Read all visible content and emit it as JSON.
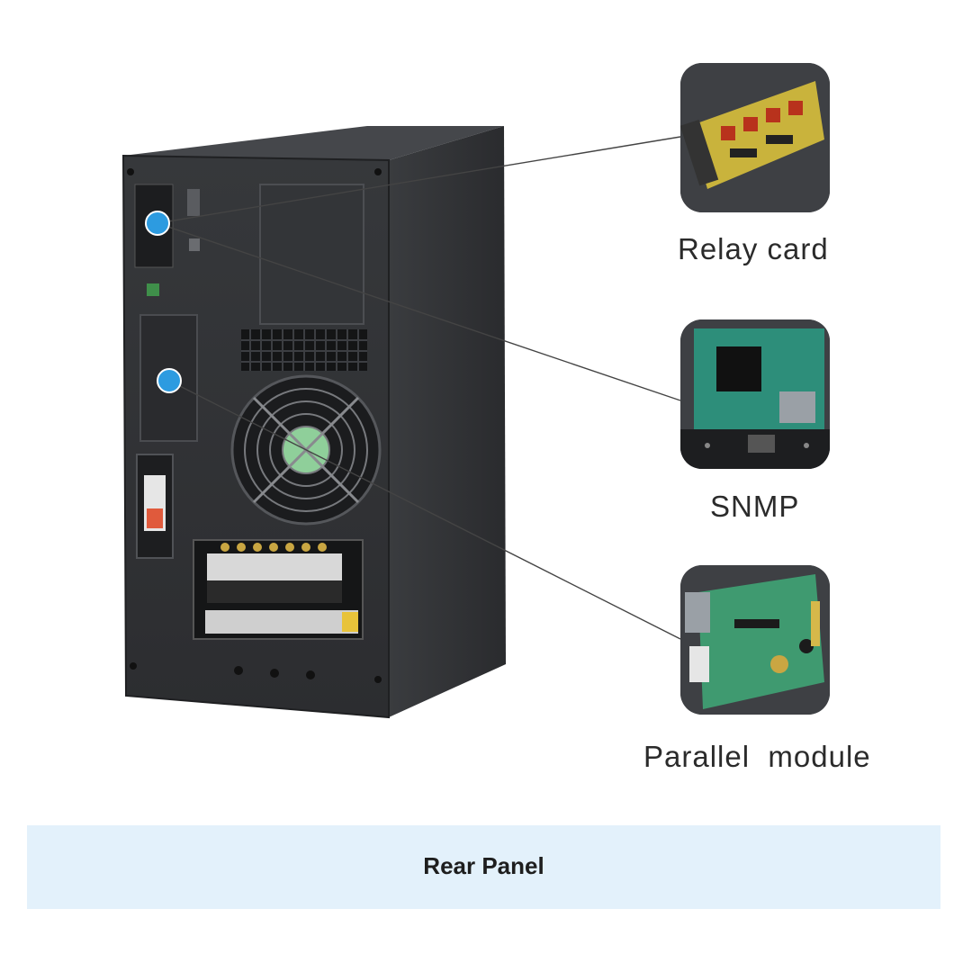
{
  "options": [
    {
      "id": "relay",
      "label": "Relay card",
      "icon": "relay-card-image"
    },
    {
      "id": "snmp",
      "label": "SNMP",
      "icon": "snmp-card-image"
    },
    {
      "id": "parallel",
      "label": "Parallel  module",
      "icon": "parallel-module-image"
    }
  ],
  "banner": {
    "title": "Rear Panel"
  },
  "colors": {
    "marker": "#2d9be0",
    "banner_bg": "#e3f1fb",
    "cabinet": "#2f3134"
  }
}
